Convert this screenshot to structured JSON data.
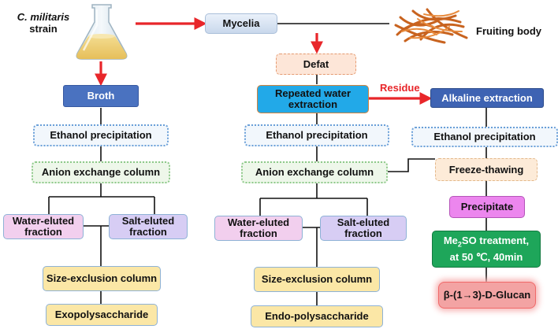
{
  "diagram": {
    "strain_species": "C. militaris",
    "strain_word": "strain",
    "mycelia": "Mycelia",
    "fruiting_body": "Fruiting body",
    "residue": "Residue",
    "left": {
      "broth": "Broth",
      "ethanol": "Ethanol precipitation",
      "anion": "Anion exchange column",
      "water_eluted": "Water-eluted fraction",
      "salt_eluted": "Salt-eluted fraction",
      "size_exclusion": "Size-exclusion column",
      "product": "Exopolysaccharide"
    },
    "middle": {
      "defat": "Defat",
      "water_extraction": "Repeated water extraction",
      "ethanol": "Ethanol precipitation",
      "anion": "Anion exchange column",
      "water_eluted": "Water-eluted fraction",
      "salt_eluted": "Salt-eluted fraction",
      "size_exclusion": "Size-exclusion column",
      "product": "Endo-polysaccharide"
    },
    "right": {
      "alkaline": "Alkaline extraction",
      "ethanol": "Ethanol precipitation",
      "freeze": "Freeze-thawing",
      "precipitate": "Precipitate",
      "me2so_prefix": "Me",
      "me2so_sub": "2",
      "me2so_suffix": "SO treatment,",
      "me2so_line2": "at 50 ℃, 40min",
      "product": "β-(1→3)-D-Glucan"
    },
    "colors": {
      "arrow_red": "#e8262a",
      "broth_fill": "#4a72c0",
      "alkaline_fill": "#3e63b3",
      "water_extraction_fill": "#22a9e8",
      "me2so_fill": "#1ea65a",
      "glucan_fill": "#f3a3a3"
    },
    "icons": [
      "flask-icon",
      "fruiting-body-image"
    ]
  }
}
